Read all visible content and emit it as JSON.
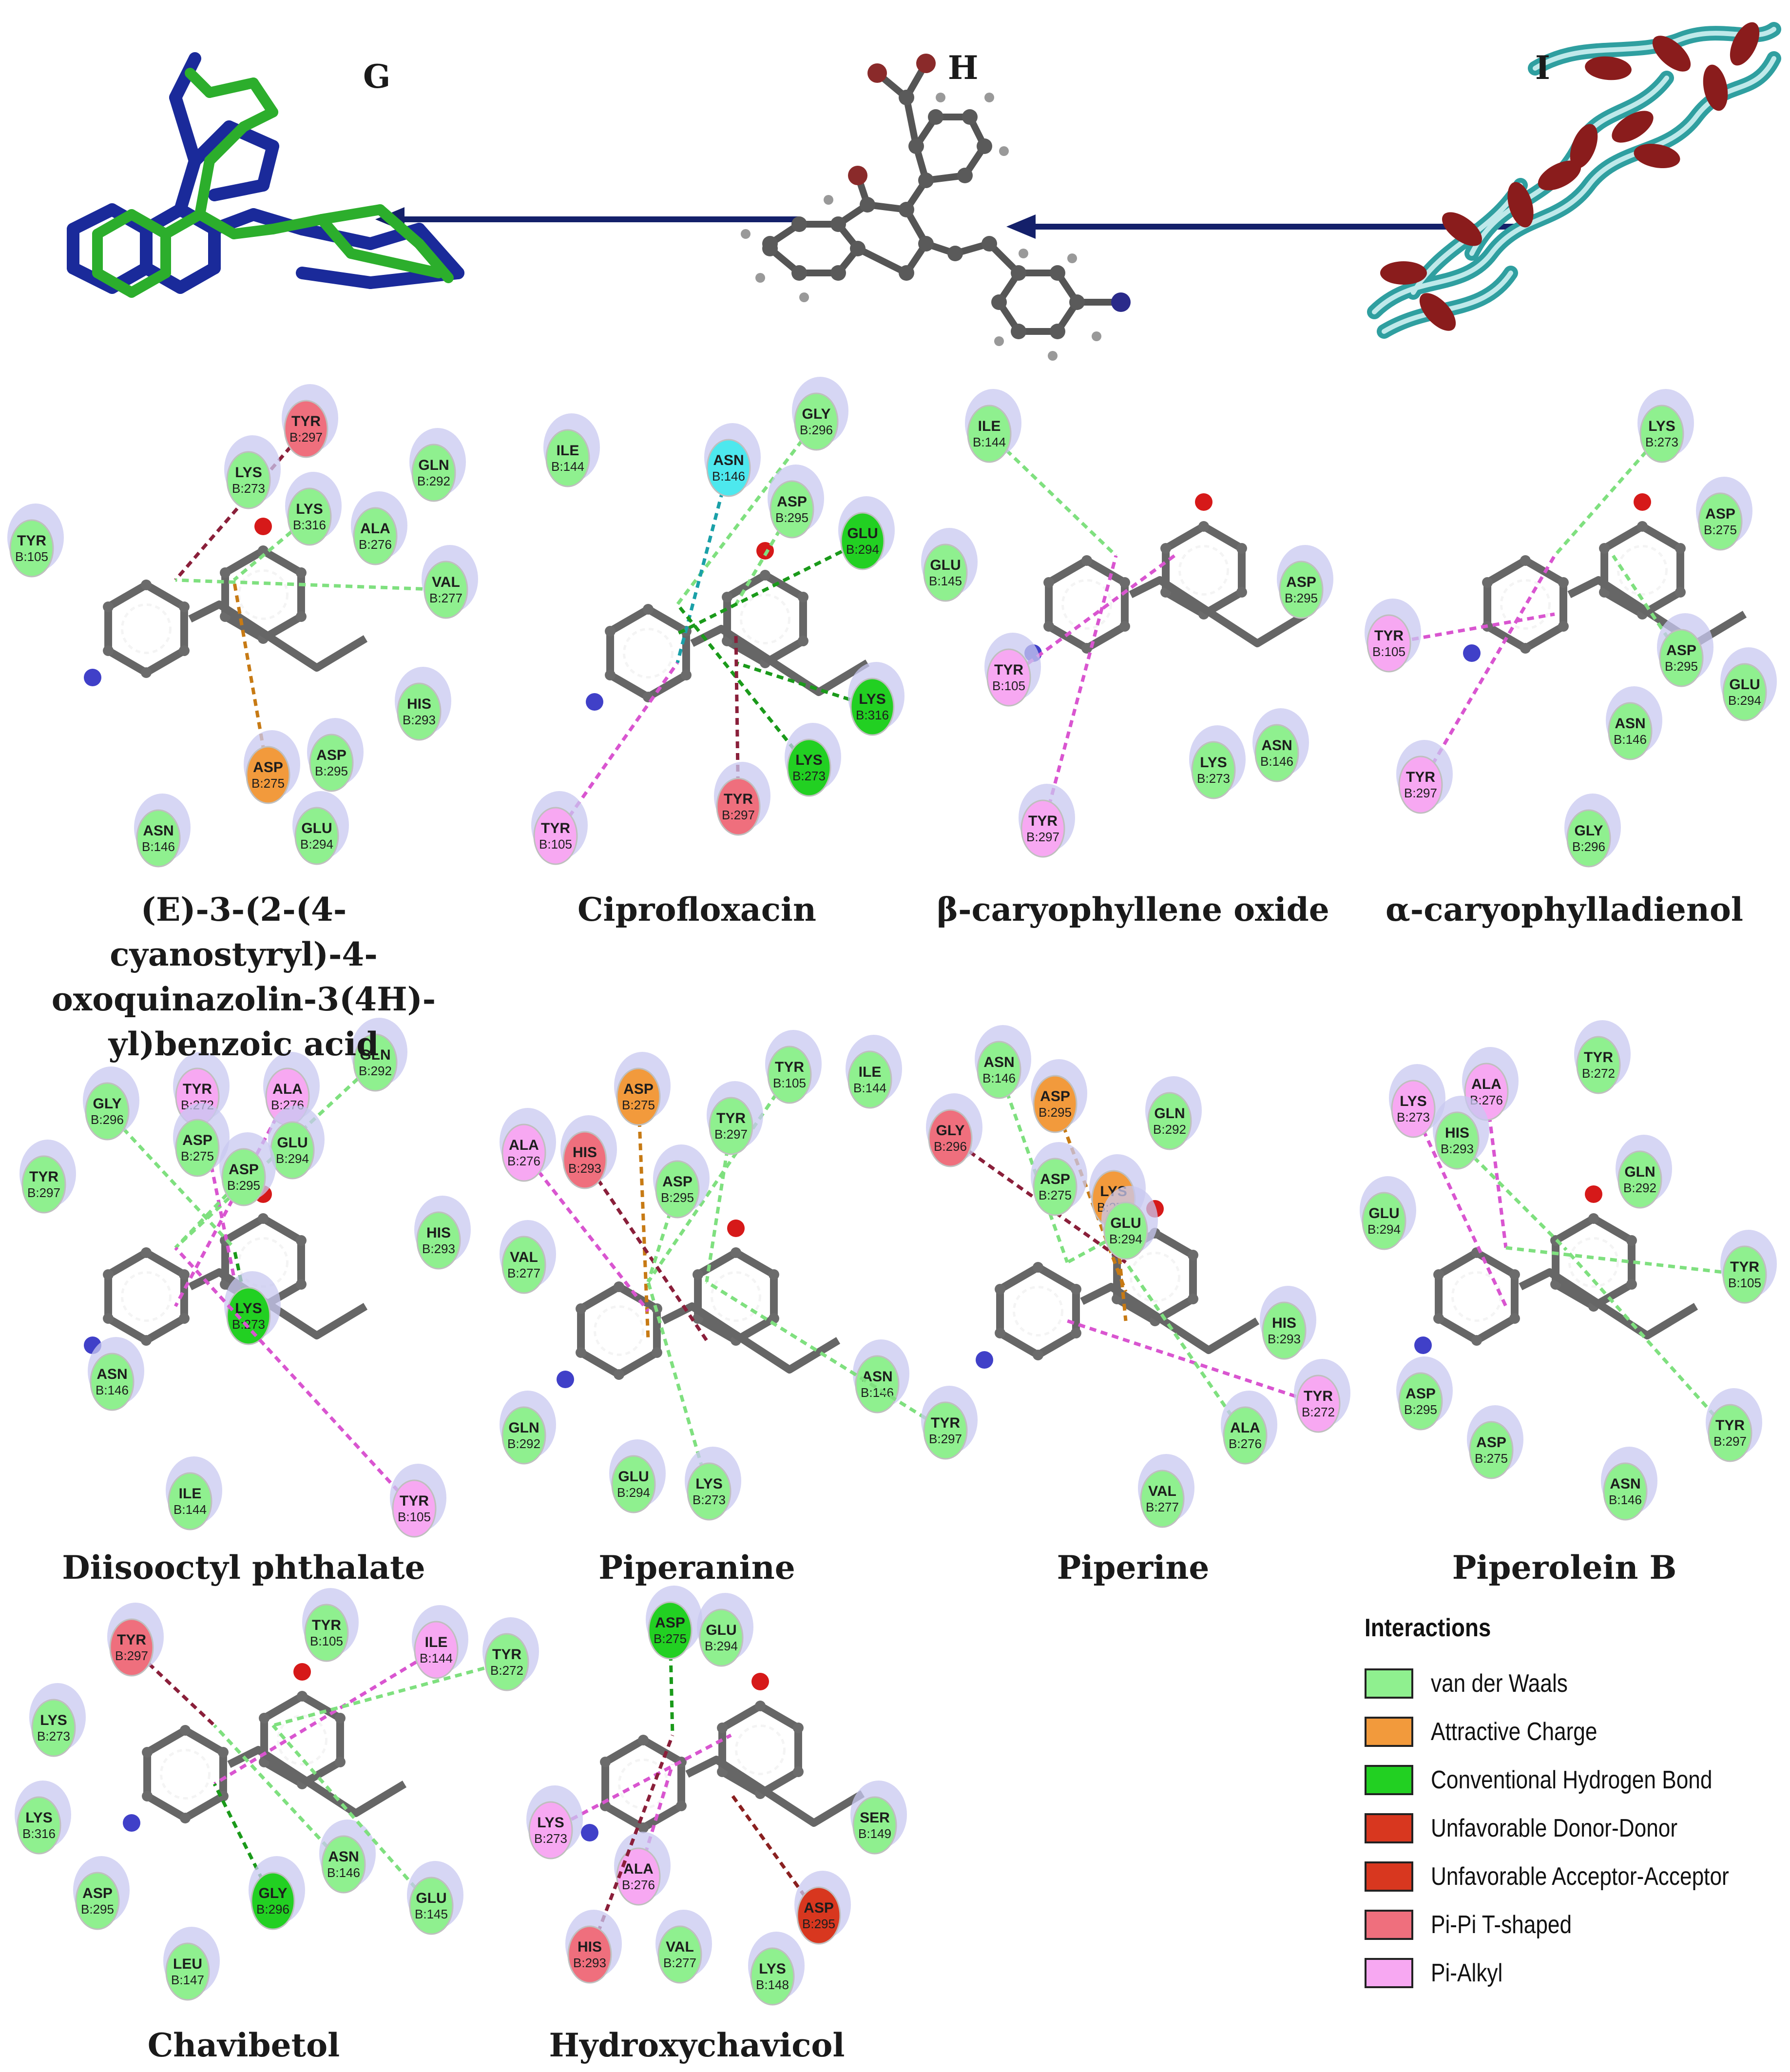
{
  "top": {
    "labels": {
      "g": "G",
      "h": "H",
      "i": "I"
    }
  },
  "colors": {
    "vdw": "#8ff08f",
    "vdw_dark": "#2fa02f",
    "attractive": "#f29a3c",
    "hbond": "#22d022",
    "unfav": "#d8371f",
    "pipi": "#ef6f7d",
    "pialkyl": "#f7a8f2",
    "cyan": "#4de8ee",
    "atom": "#6b6b6b",
    "bond": "#666666",
    "oxygen": "#d61919",
    "nitrogen": "#4040c8",
    "halo": "#c8c8f0"
  },
  "panels": [
    {
      "caption": "(E)-3-(2-(4-cyanostyryl)-4-oxoquinazolin-3(4H)-yl)benzoic acid",
      "residues": [
        {
          "n": "TYR",
          "p": "B:297",
          "t": "pipi"
        },
        {
          "n": "LYS",
          "p": "B:273",
          "t": "vdw"
        },
        {
          "n": "GLN",
          "p": "B:292",
          "t": "vdw"
        },
        {
          "n": "LYS",
          "p": "B:316",
          "t": "vdw"
        },
        {
          "n": "ALA",
          "p": "B:276",
          "t": "vdw"
        },
        {
          "n": "TYR",
          "p": "B:105",
          "t": "vdw"
        },
        {
          "n": "VAL",
          "p": "B:277",
          "t": "vdw"
        },
        {
          "n": "HIS",
          "p": "B:293",
          "t": "vdw"
        },
        {
          "n": "ASP",
          "p": "B:295",
          "t": "vdw"
        },
        {
          "n": "ASP",
          "p": "B:275",
          "t": "attractive"
        },
        {
          "n": "GLU",
          "p": "B:294",
          "t": "vdw"
        },
        {
          "n": "ASN",
          "p": "B:146",
          "t": "vdw"
        }
      ]
    },
    {
      "caption": "Ciprofloxacin",
      "residues": [
        {
          "n": "GLY",
          "p": "B:296",
          "t": "vdw"
        },
        {
          "n": "ILE",
          "p": "B:144",
          "t": "vdw"
        },
        {
          "n": "ASN",
          "p": "B:146",
          "t": "cyan"
        },
        {
          "n": "ASP",
          "p": "B:295",
          "t": "vdw"
        },
        {
          "n": "GLU",
          "p": "B:294",
          "t": "hbond"
        },
        {
          "n": "LYS",
          "p": "B:316",
          "t": "hbond"
        },
        {
          "n": "LYS",
          "p": "B:273",
          "t": "hbond"
        },
        {
          "n": "TYR",
          "p": "B:297",
          "t": "pipi"
        },
        {
          "n": "TYR",
          "p": "B:105",
          "t": "pialkyl"
        }
      ]
    },
    {
      "caption": "β-caryophyllene oxide",
      "residues": [
        {
          "n": "ILE",
          "p": "B:144",
          "t": "vdw"
        },
        {
          "n": "GLU",
          "p": "B:145",
          "t": "vdw"
        },
        {
          "n": "ASP",
          "p": "B:295",
          "t": "vdw"
        },
        {
          "n": "TYR",
          "p": "B:105",
          "t": "pialkyl"
        },
        {
          "n": "LYS",
          "p": "B:273",
          "t": "vdw"
        },
        {
          "n": "ASN",
          "p": "B:146",
          "t": "vdw"
        },
        {
          "n": "TYR",
          "p": "B:297",
          "t": "pialkyl"
        }
      ]
    },
    {
      "caption": "α-caryophylladienol",
      "residues": [
        {
          "n": "LYS",
          "p": "B:273",
          "t": "vdw"
        },
        {
          "n": "ASP",
          "p": "B:275",
          "t": "vdw"
        },
        {
          "n": "TYR",
          "p": "B:105",
          "t": "pialkyl"
        },
        {
          "n": "ASP",
          "p": "B:295",
          "t": "vdw"
        },
        {
          "n": "GLU",
          "p": "B:294",
          "t": "vdw"
        },
        {
          "n": "ASN",
          "p": "B:146",
          "t": "vdw"
        },
        {
          "n": "TYR",
          "p": "B:297",
          "t": "pialkyl"
        },
        {
          "n": "GLY",
          "p": "B:296",
          "t": "vdw"
        }
      ]
    },
    {
      "caption": "Diisooctyl phthalate",
      "residues": [
        {
          "n": "GLN",
          "p": "B:292",
          "t": "vdw"
        },
        {
          "n": "TYR",
          "p": "B:272",
          "t": "pialkyl"
        },
        {
          "n": "ALA",
          "p": "B:276",
          "t": "pialkyl"
        },
        {
          "n": "GLY",
          "p": "B:296",
          "t": "vdw"
        },
        {
          "n": "ASP",
          "p": "B:275",
          "t": "vdw"
        },
        {
          "n": "GLU",
          "p": "B:294",
          "t": "vdw"
        },
        {
          "n": "ASP",
          "p": "B:295",
          "t": "vdw"
        },
        {
          "n": "TYR",
          "p": "B:297",
          "t": "vdw"
        },
        {
          "n": "HIS",
          "p": "B:293",
          "t": "vdw"
        },
        {
          "n": "LYS",
          "p": "B:273",
          "t": "hbond"
        },
        {
          "n": "ASN",
          "p": "B:146",
          "t": "vdw"
        },
        {
          "n": "ILE",
          "p": "B:144",
          "t": "vdw"
        },
        {
          "n": "TYR",
          "p": "B:105",
          "t": "pialkyl"
        }
      ]
    },
    {
      "caption": "Piperanine",
      "residues": [
        {
          "n": "TYR",
          "p": "B:105",
          "t": "vdw"
        },
        {
          "n": "ILE",
          "p": "B:144",
          "t": "vdw"
        },
        {
          "n": "ASP",
          "p": "B:275",
          "t": "attractive"
        },
        {
          "n": "TYR",
          "p": "B:297",
          "t": "vdw"
        },
        {
          "n": "ALA",
          "p": "B:276",
          "t": "pialkyl"
        },
        {
          "n": "HIS",
          "p": "B:293",
          "t": "pipi"
        },
        {
          "n": "ASP",
          "p": "B:295",
          "t": "vdw"
        },
        {
          "n": "VAL",
          "p": "B:277",
          "t": "vdw"
        },
        {
          "n": "ASN",
          "p": "B:146",
          "t": "vdw"
        },
        {
          "n": "TYR",
          "p": "B:297",
          "t": "vdw"
        },
        {
          "n": "GLN",
          "p": "B:292",
          "t": "vdw"
        },
        {
          "n": "GLU",
          "p": "B:294",
          "t": "vdw"
        },
        {
          "n": "LYS",
          "p": "B:273",
          "t": "vdw"
        }
      ]
    },
    {
      "caption": "Piperine",
      "residues": [
        {
          "n": "ASN",
          "p": "B:146",
          "t": "vdw"
        },
        {
          "n": "ASP",
          "p": "B:295",
          "t": "attractive"
        },
        {
          "n": "GLN",
          "p": "B:292",
          "t": "vdw"
        },
        {
          "n": "GLY",
          "p": "B:296",
          "t": "pipi"
        },
        {
          "n": "ASP",
          "p": "B:275",
          "t": "vdw"
        },
        {
          "n": "LYS",
          "p": "B:273",
          "t": "attractive"
        },
        {
          "n": "GLU",
          "p": "B:294",
          "t": "vdw"
        },
        {
          "n": "HIS",
          "p": "B:293",
          "t": "vdw"
        },
        {
          "n": "TYR",
          "p": "B:272",
          "t": "pialkyl"
        },
        {
          "n": "ALA",
          "p": "B:276",
          "t": "vdw"
        },
        {
          "n": "VAL",
          "p": "B:277",
          "t": "vdw"
        }
      ]
    },
    {
      "caption": "Piperolein B",
      "residues": [
        {
          "n": "ALA",
          "p": "B:276",
          "t": "pialkyl"
        },
        {
          "n": "TYR",
          "p": "B:272",
          "t": "vdw"
        },
        {
          "n": "LYS",
          "p": "B:273",
          "t": "pialkyl"
        },
        {
          "n": "HIS",
          "p": "B:293",
          "t": "vdw"
        },
        {
          "n": "GLN",
          "p": "B:292",
          "t": "vdw"
        },
        {
          "n": "GLU",
          "p": "B:294",
          "t": "vdw"
        },
        {
          "n": "TYR",
          "p": "B:105",
          "t": "vdw"
        },
        {
          "n": "ASP",
          "p": "B:295",
          "t": "vdw"
        },
        {
          "n": "ASP",
          "p": "B:275",
          "t": "vdw"
        },
        {
          "n": "TYR",
          "p": "B:297",
          "t": "vdw"
        },
        {
          "n": "ASN",
          "p": "B:146",
          "t": "vdw"
        }
      ]
    },
    {
      "caption": "Chavibetol",
      "residues": [
        {
          "n": "TYR",
          "p": "B:297",
          "t": "pipi"
        },
        {
          "n": "TYR",
          "p": "B:105",
          "t": "vdw"
        },
        {
          "n": "ILE",
          "p": "B:144",
          "t": "pialkyl"
        },
        {
          "n": "TYR",
          "p": "B:272",
          "t": "vdw"
        },
        {
          "n": "LYS",
          "p": "B:273",
          "t": "vdw"
        },
        {
          "n": "LYS",
          "p": "B:316",
          "t": "vdw"
        },
        {
          "n": "ASN",
          "p": "B:146",
          "t": "vdw"
        },
        {
          "n": "ASP",
          "p": "B:295",
          "t": "vdw"
        },
        {
          "n": "GLY",
          "p": "B:296",
          "t": "hbond"
        },
        {
          "n": "GLU",
          "p": "B:145",
          "t": "vdw"
        },
        {
          "n": "LEU",
          "p": "B:147",
          "t": "vdw"
        }
      ]
    },
    {
      "caption": "Hydroxychavicol",
      "residues": [
        {
          "n": "ASP",
          "p": "B:275",
          "t": "hbond"
        },
        {
          "n": "GLU",
          "p": "B:294",
          "t": "vdw"
        },
        {
          "n": "SER",
          "p": "B:149",
          "t": "vdw"
        },
        {
          "n": "LYS",
          "p": "B:273",
          "t": "pialkyl"
        },
        {
          "n": "ALA",
          "p": "B:276",
          "t": "pialkyl"
        },
        {
          "n": "ASP",
          "p": "B:295",
          "t": "unfav"
        },
        {
          "n": "HIS",
          "p": "B:293",
          "t": "pipi"
        },
        {
          "n": "VAL",
          "p": "B:277",
          "t": "vdw"
        },
        {
          "n": "LYS",
          "p": "B:148",
          "t": "vdw"
        }
      ]
    }
  ],
  "legend": {
    "title": "Interactions",
    "items": [
      {
        "label": "van der Waals",
        "color": "#8ff08f"
      },
      {
        "label": "Attractive Charge",
        "color": "#f29a3c"
      },
      {
        "label": "Conventional Hydrogen Bond",
        "color": "#22d022"
      },
      {
        "label": "Unfavorable Donor-Donor",
        "color": "#d8371f"
      },
      {
        "label": "Unfavorable Acceptor-Acceptor",
        "color": "#d8371f"
      },
      {
        "label": "Pi-Pi T-shaped",
        "color": "#ef6f7d"
      },
      {
        "label": "Pi-Alkyl",
        "color": "#f7a8f2"
      }
    ]
  }
}
